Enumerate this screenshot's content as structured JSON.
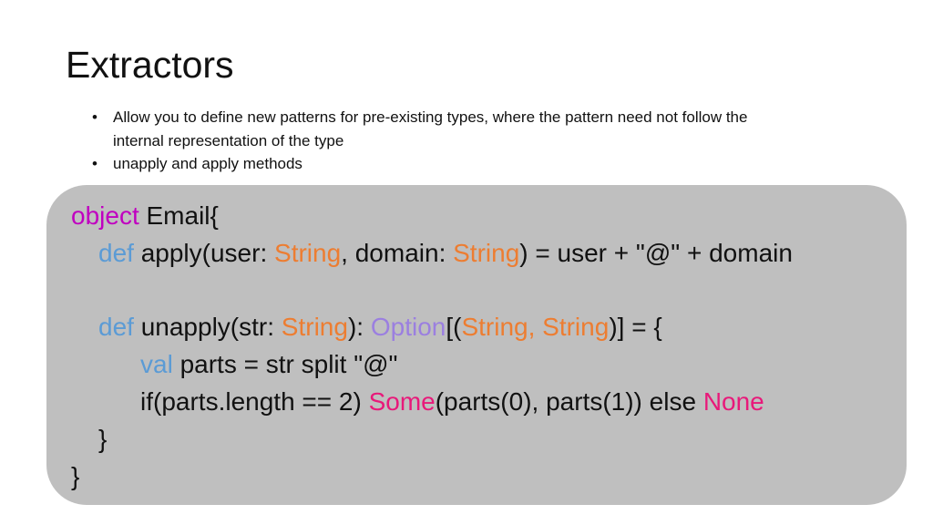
{
  "slide": {
    "title": "Extractors",
    "bullets": [
      {
        "marker": "•",
        "text": "Allow you to define new patterns for pre-existing types, where the pattern need not follow the internal representation of the type"
      },
      {
        "marker": "•",
        "text": "unapply and apply methods"
      }
    ]
  },
  "code": {
    "line1": {
      "kw": "object",
      "rest": " Email{"
    },
    "line2": {
      "kw": "def",
      "a": " apply(user: ",
      "t1": "String",
      "b": ", domain: ",
      "t2": "String",
      "c": ") = user + \"@\" + domain"
    },
    "line4": {
      "kw": "def",
      "a": " unapply(str: ",
      "t1": "String",
      "b": "): ",
      "opt": "Option",
      "c": "[(",
      "t2": "String, String",
      "d": ")] = {"
    },
    "line5": {
      "kw": "val",
      "rest": " parts = str split \"@\""
    },
    "line6": {
      "a": "if(parts.length == 2) ",
      "some": "Some",
      "b": "(parts(0), parts(1)) else ",
      "none": "None"
    },
    "line7": {
      "brace": "}"
    },
    "line8": {
      "brace": "}"
    }
  },
  "colors": {
    "keyword_object": "#c000c0",
    "keyword_def_val": "#5b9bd5",
    "type_string": "#ed7d31",
    "type_option": "#9b7fe0",
    "constructor": "#e8197a",
    "code_background": "#bfbfbf"
  }
}
